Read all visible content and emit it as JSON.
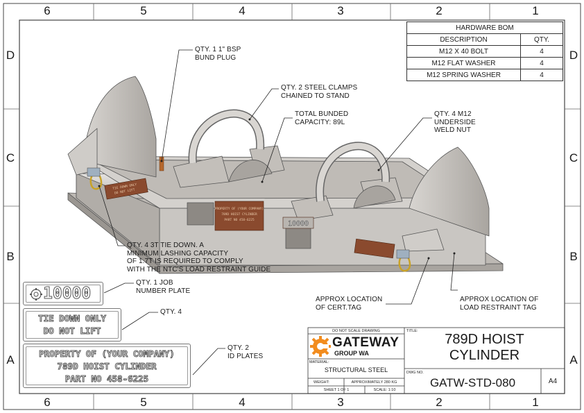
{
  "zones": {
    "top": [
      "6",
      "5",
      "4",
      "3",
      "2",
      "1"
    ],
    "bottom": [
      "6",
      "5",
      "4",
      "3",
      "2",
      "1"
    ],
    "left": [
      "D",
      "C",
      "B",
      "A"
    ],
    "right": [
      "D",
      "C",
      "B",
      "A"
    ]
  },
  "bom": {
    "title": "HARDWARE BOM",
    "headers": [
      "DESCRIPTION",
      "QTY."
    ],
    "rows": [
      [
        "M12 X 40 BOLT",
        "4"
      ],
      [
        "M12 FLAT WASHER",
        "4"
      ],
      [
        "M12 SPRING WASHER",
        "4"
      ]
    ]
  },
  "callouts": {
    "bsp": "QTY. 1 1\" BSP\nBUND PLUG",
    "clamps": "QTY. 2 STEEL CLAMPS\nCHAINED TO STAND",
    "bunded": "TOTAL BUNDED\nCAPACITY: 89L",
    "weldnut": "QTY. 4 M12\nUNDERSIDE\nWELD NUT",
    "tiedown": "QTY. 4 3T TIE DOWN. A\nMINIMUM LASHING CAPACITY\nOF 1.7T IS REQUIRED TO COMPLY\nWITH THE NTC'S LOAD RESTRAINT GUIDE",
    "jobplate": "QTY. 1 JOB\nNUMBER PLATE",
    "qty4": "QTY. 4",
    "idplates": "QTY. 2\nID PLATES",
    "certtag": "APPROX LOCATION\nOF CERT.TAG",
    "restrainttag": "APPROX LOCATION OF\nLOAD RESTRAINT TAG"
  },
  "plates": {
    "job_number": "10000",
    "tie_down": [
      "TIE DOWN ONLY",
      "DO NOT LIFT"
    ],
    "property": [
      "PROPERTY OF (YOUR COMPANY)",
      "789D HOIST CYLINDER",
      "PART NO 458-6225"
    ]
  },
  "model_labels": {
    "job_number": "10000",
    "id_plate": [
      "PROPERTY OF (YOUR COMPANY)",
      "789D HOIST CYLINDER",
      "PART NO 458-6225"
    ],
    "tie_down": [
      "TIE DOWN ONLY",
      "DO NOT LIFT"
    ]
  },
  "title_block": {
    "do_not_scale": "DO NOT SCALE DRAWING",
    "logo_name": "GATEWAY",
    "logo_sub": "GROUP WA",
    "material_label": "MATERIAL:",
    "material": "STRUCTURAL STEEL",
    "weight_label": "WEIGHT:",
    "weight": "APPROXIMATELY 280 KG",
    "sheet": "SHEET 1 OF 1",
    "scale": "SCALE: 1:10",
    "title_label": "TITLE:",
    "title": [
      "789D HOIST",
      "CYLINDER"
    ],
    "dwg_label": "DWG NO.",
    "dwg_no": "GATW-STD-080",
    "size": "A4"
  },
  "colors": {
    "logo_orange": "#f28c1e",
    "steel": "#c9c6c2",
    "plate_brown": "#8a4a2e",
    "hook_yellow": "#c9a227"
  }
}
